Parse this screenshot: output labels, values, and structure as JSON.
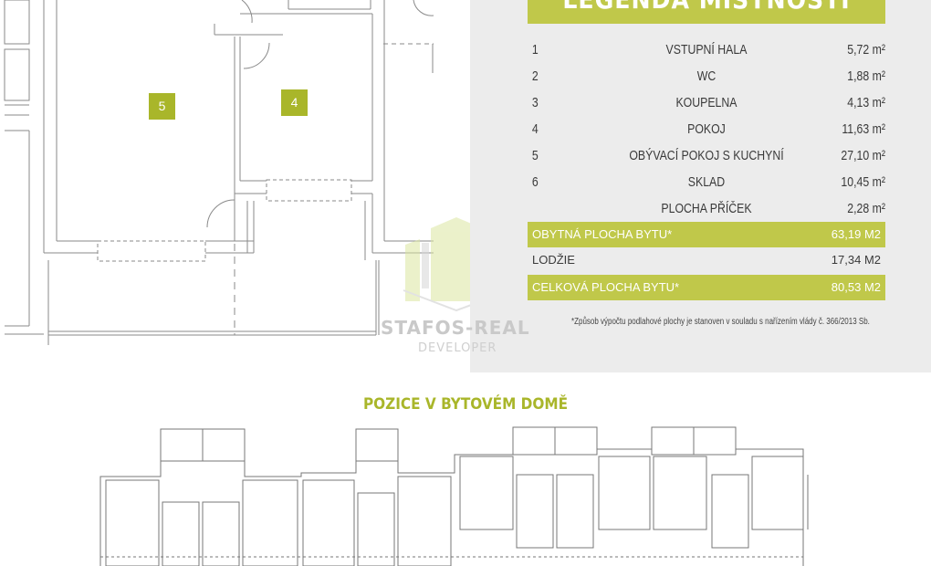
{
  "legend": {
    "title": "LEGENDA MÍSTNOSTÍ",
    "rooms": [
      {
        "number": "1",
        "name": "VSTUPNÍ HALA",
        "area": "5,72 m²"
      },
      {
        "number": "2",
        "name": "WC",
        "area": "1,88 m²"
      },
      {
        "number": "3",
        "name": "KOUPELNA",
        "area": "4,13 m²"
      },
      {
        "number": "4",
        "name": "POKOJ",
        "area": "11,63 m²"
      },
      {
        "number": "5",
        "name": "OBÝVACÍ POKOJ S KUCHYNÍ",
        "area": "27,10 m²"
      },
      {
        "number": "6",
        "name": "SKLAD",
        "area": "10,45 m²"
      },
      {
        "number": "",
        "name": "PLOCHA PŘÍČEK",
        "area": "2,28 m²"
      }
    ],
    "living_area": {
      "label": "OBYTNÁ PLOCHA BYTU*",
      "value": "63,19 M2"
    },
    "loggia": {
      "label": "LODŽIE",
      "value": "17,34 M2"
    },
    "total_area": {
      "label": "CELKOVÁ PLOCHA BYTU*",
      "value": "80,53 M2"
    },
    "footnote": "*Způsob výpočtu podlahové plochy je stanoven v souladu s nařízením vlády č. 366/2013 Sb."
  },
  "plan": {
    "room_tags": [
      "5",
      "4"
    ]
  },
  "watermark": {
    "name": "STAFOS-REAL",
    "sub": "DEVELOPER"
  },
  "position_title": "POZICE V BYTOVÉM DOMĚ",
  "colors": {
    "accent": "#c0c84a",
    "panel": "#ececec",
    "tag": "#a9b62a"
  }
}
